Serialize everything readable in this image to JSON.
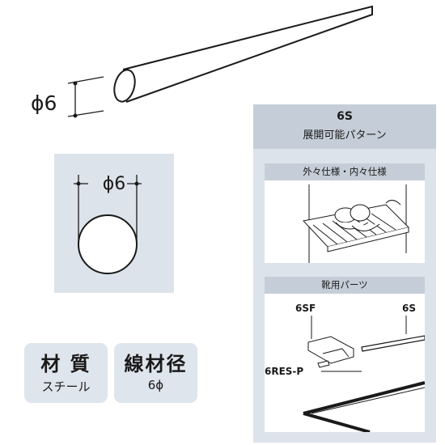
{
  "rod": {
    "diameter_label": "ϕ6"
  },
  "cross_section": {
    "diameter_label": "ϕ6"
  },
  "specs": {
    "material": {
      "title": "材 質",
      "value": "スチール"
    },
    "wire_diameter": {
      "title": "線材径",
      "value": "6ϕ"
    }
  },
  "pattern_panel": {
    "code": "6S",
    "title": "展開可能パターン",
    "section1_label": "外々仕様・内々仕様",
    "section2_label": "靴用パーツ",
    "parts": {
      "sf": "6SF",
      "s": "6S",
      "res_p": "6RES-P"
    }
  },
  "colors": {
    "panel_bg": "#dde3ea",
    "header_bg": "#c5ced8",
    "line": "#1a1a1a"
  }
}
